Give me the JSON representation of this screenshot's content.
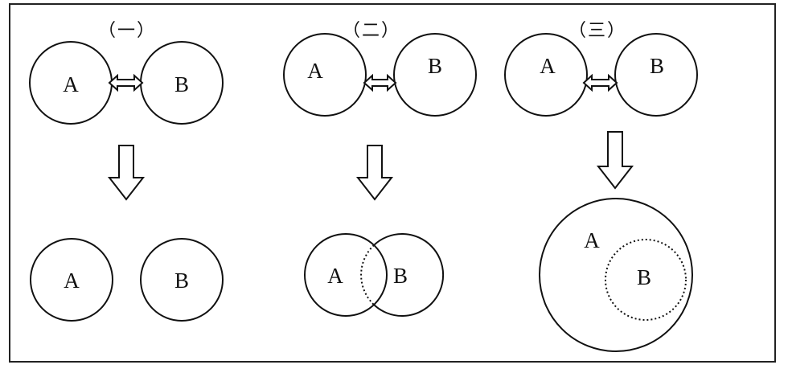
{
  "panels": [
    {
      "heading": "（一）",
      "top": {
        "a_label": "A",
        "b_label": "B"
      },
      "bottom": {
        "a_label": "A",
        "b_label": "B"
      }
    },
    {
      "heading": "（二）",
      "top": {
        "a_label": "A",
        "b_label": "B"
      },
      "bottom": {
        "a_label": "A",
        "b_label": "B"
      }
    },
    {
      "heading": "（三）",
      "top": {
        "a_label": "A",
        "b_label": "B"
      },
      "bottom": {
        "a_label": "A",
        "b_label": "B"
      }
    }
  ]
}
